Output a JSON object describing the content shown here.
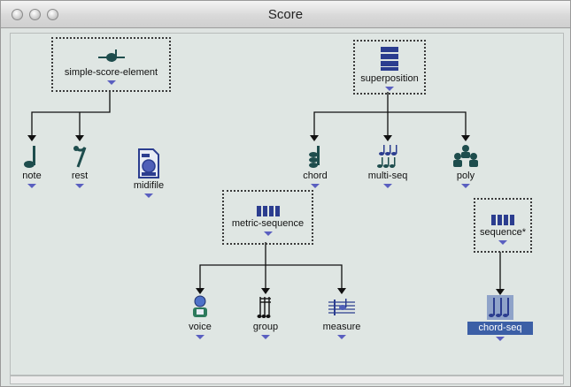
{
  "window": {
    "title": "Score"
  },
  "nodes": {
    "simple_score_element": "simple-score-element",
    "superposition": "superposition",
    "note": "note",
    "rest": "rest",
    "midifile": "midifile",
    "chord": "chord",
    "multi_seq": "multi-seq",
    "poly": "poly",
    "metric_sequence": "metric-sequence",
    "sequence": "sequence*",
    "voice": "voice",
    "group": "group",
    "measure": "measure",
    "chord_seq": "chord-seq"
  },
  "colors": {
    "selection": "#3c5fa6",
    "canvas": "#dfe6e3",
    "icon": "#2b3d8f",
    "output_triangle": "#5a5fc0"
  }
}
